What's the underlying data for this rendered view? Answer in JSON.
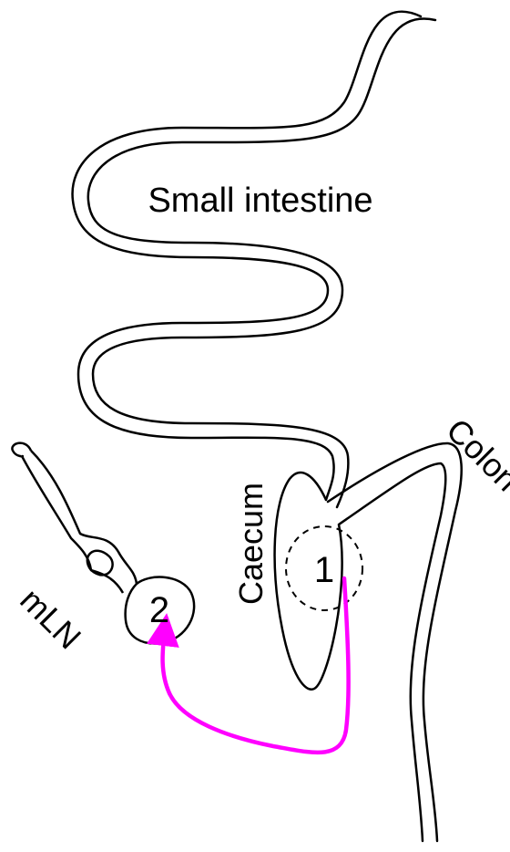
{
  "labels": {
    "small_intestine": "Small intestine",
    "colon": "Colon",
    "caecum": "Caecum",
    "mln": "mLN",
    "site_1": "1",
    "site_2": "2"
  },
  "colors": {
    "stroke": "#000000",
    "migration_arrow": "#ff00ff",
    "background": "#ffffff"
  }
}
